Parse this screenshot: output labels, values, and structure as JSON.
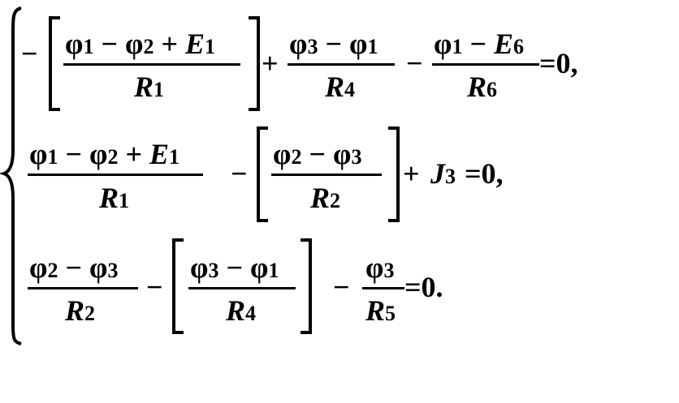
{
  "equation_system": {
    "row1": {
      "lead_minus": "−",
      "frac1": {
        "num": {
          "a": "φ",
          "a_sub": "1",
          "op1": "−",
          "b": "φ",
          "b_sub": "2",
          "op2": "+",
          "c": "E",
          "c_sub": "1"
        },
        "den": {
          "v": "R",
          "v_sub": "1"
        }
      },
      "plus": "+",
      "frac2": {
        "num": {
          "a": "φ",
          "a_sub": "3",
          "op1": "−",
          "b": "φ",
          "b_sub": "1"
        },
        "den": {
          "v": "R",
          "v_sub": "4"
        }
      },
      "minus": "−",
      "frac3": {
        "num": {
          "a": "φ",
          "a_sub": "1",
          "op1": "−",
          "c": "E",
          "c_sub": "6"
        },
        "den": {
          "v": "R",
          "v_sub": "6"
        }
      },
      "rhs": "=0,"
    },
    "row2": {
      "frac1": {
        "num": {
          "a": "φ",
          "a_sub": "1",
          "op1": "−",
          "b": "φ",
          "b_sub": "2",
          "op2": "+",
          "c": "E",
          "c_sub": "1"
        },
        "den": {
          "v": "R",
          "v_sub": "1"
        }
      },
      "minus": "−",
      "frac2": {
        "num": {
          "a": "φ",
          "a_sub": "2",
          "op1": "−",
          "b": "φ",
          "b_sub": "3"
        },
        "den": {
          "v": "R",
          "v_sub": "2"
        }
      },
      "plus": "+",
      "j": "J",
      "j_sub": "3",
      "rhs": "=0,"
    },
    "row3": {
      "frac1": {
        "num": {
          "a": "φ",
          "a_sub": "2",
          "op1": "−",
          "b": "φ",
          "b_sub": "3"
        },
        "den": {
          "v": "R",
          "v_sub": "2"
        }
      },
      "minus1": "−",
      "frac2": {
        "num": {
          "a": "φ",
          "a_sub": "3",
          "op1": "−",
          "b": "φ",
          "b_sub": "1"
        },
        "den": {
          "v": "R",
          "v_sub": "4"
        }
      },
      "minus2": "−",
      "frac3": {
        "num": {
          "a": "φ",
          "a_sub": "3"
        },
        "den": {
          "v": "R",
          "v_sub": "5"
        }
      },
      "rhs": "=0."
    }
  }
}
